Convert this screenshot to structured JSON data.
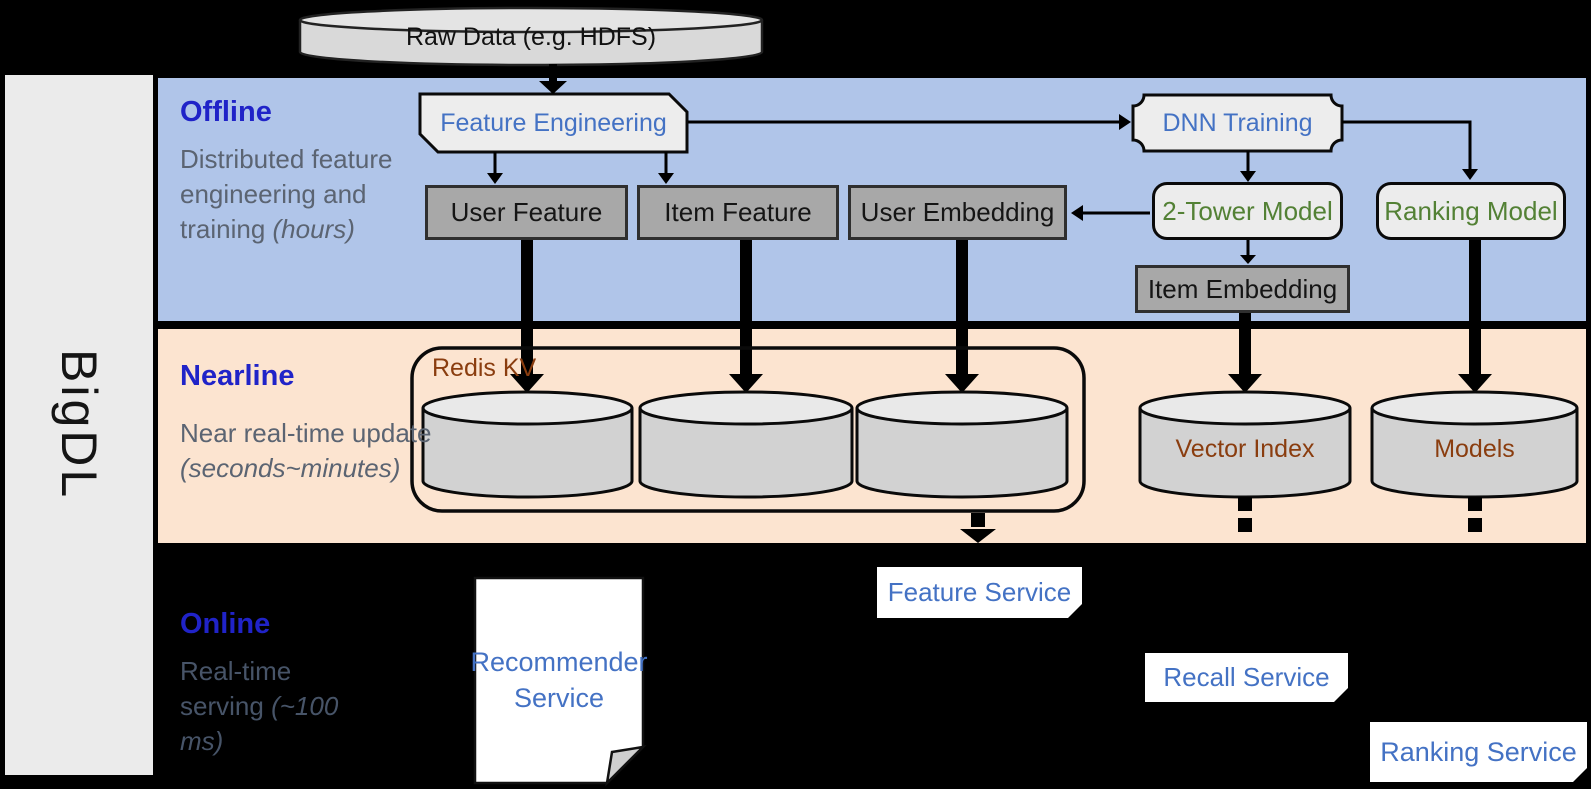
{
  "brand": {
    "name": "BigDL"
  },
  "colors": {
    "background": "#000000",
    "band_offline": "#b0c5e9",
    "band_nearline": "#fce4d0",
    "heading_blue": "#2023c8",
    "node_text_blue": "#4472c4",
    "node_text_green": "#538135",
    "store_text_brown": "#8a3d0f",
    "desc_gray": "#5b6472",
    "gray_box": "#a8a8a8",
    "cylinder_fill": "#d2d2d2"
  },
  "datasource": {
    "label": "Raw Data (e.g. HDFS)"
  },
  "offline": {
    "title": "Offline",
    "desc": "Distributed feature engineering and training",
    "desc_italic": "(hours)",
    "nodes": {
      "feature_engineering": "Feature Engineering",
      "dnn_training": "DNN Training",
      "user_feature": "User Feature",
      "item_feature": "Item Feature",
      "user_embedding": "User Embedding",
      "two_tower_model": "2-Tower Model",
      "ranking_model": "Ranking Model",
      "item_embedding": "Item Embedding"
    }
  },
  "nearline": {
    "title": "Nearline",
    "desc": "Near real-time update",
    "desc_italic": "(seconds~minutes)",
    "nodes": {
      "redis": "Redis KV",
      "vector_index": "Vector Index",
      "models": "Models"
    }
  },
  "online": {
    "title": "Online",
    "desc": "Real-time serving",
    "desc_italic": "(~100 ms)",
    "nodes": {
      "recommender_service": "Recommender Service",
      "feature_service": "Feature Service",
      "recall_service": "Recall Service",
      "ranking_service": "Ranking Service"
    }
  }
}
